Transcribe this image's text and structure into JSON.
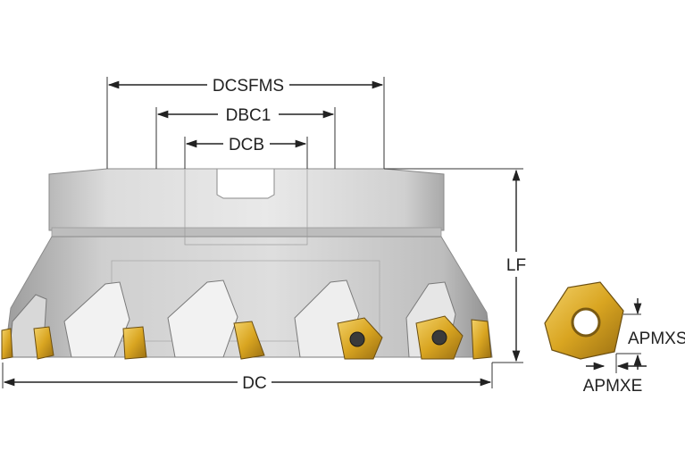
{
  "diagram": {
    "labels": {
      "dcsfms": "DCSFMS",
      "dbc1": "DBC1",
      "dcb": "DCB",
      "lf": "LF",
      "dc": "DC",
      "apmxs": "APMXS",
      "apmxe": "APMXE"
    },
    "colors": {
      "dimension_line": "#222222",
      "body_light": "#e2e2e2",
      "body_mid": "#c9c9c9",
      "body_dark": "#9a9a9a",
      "insert_gold": "#d9a521",
      "insert_dark": "#7a5a12"
    }
  }
}
